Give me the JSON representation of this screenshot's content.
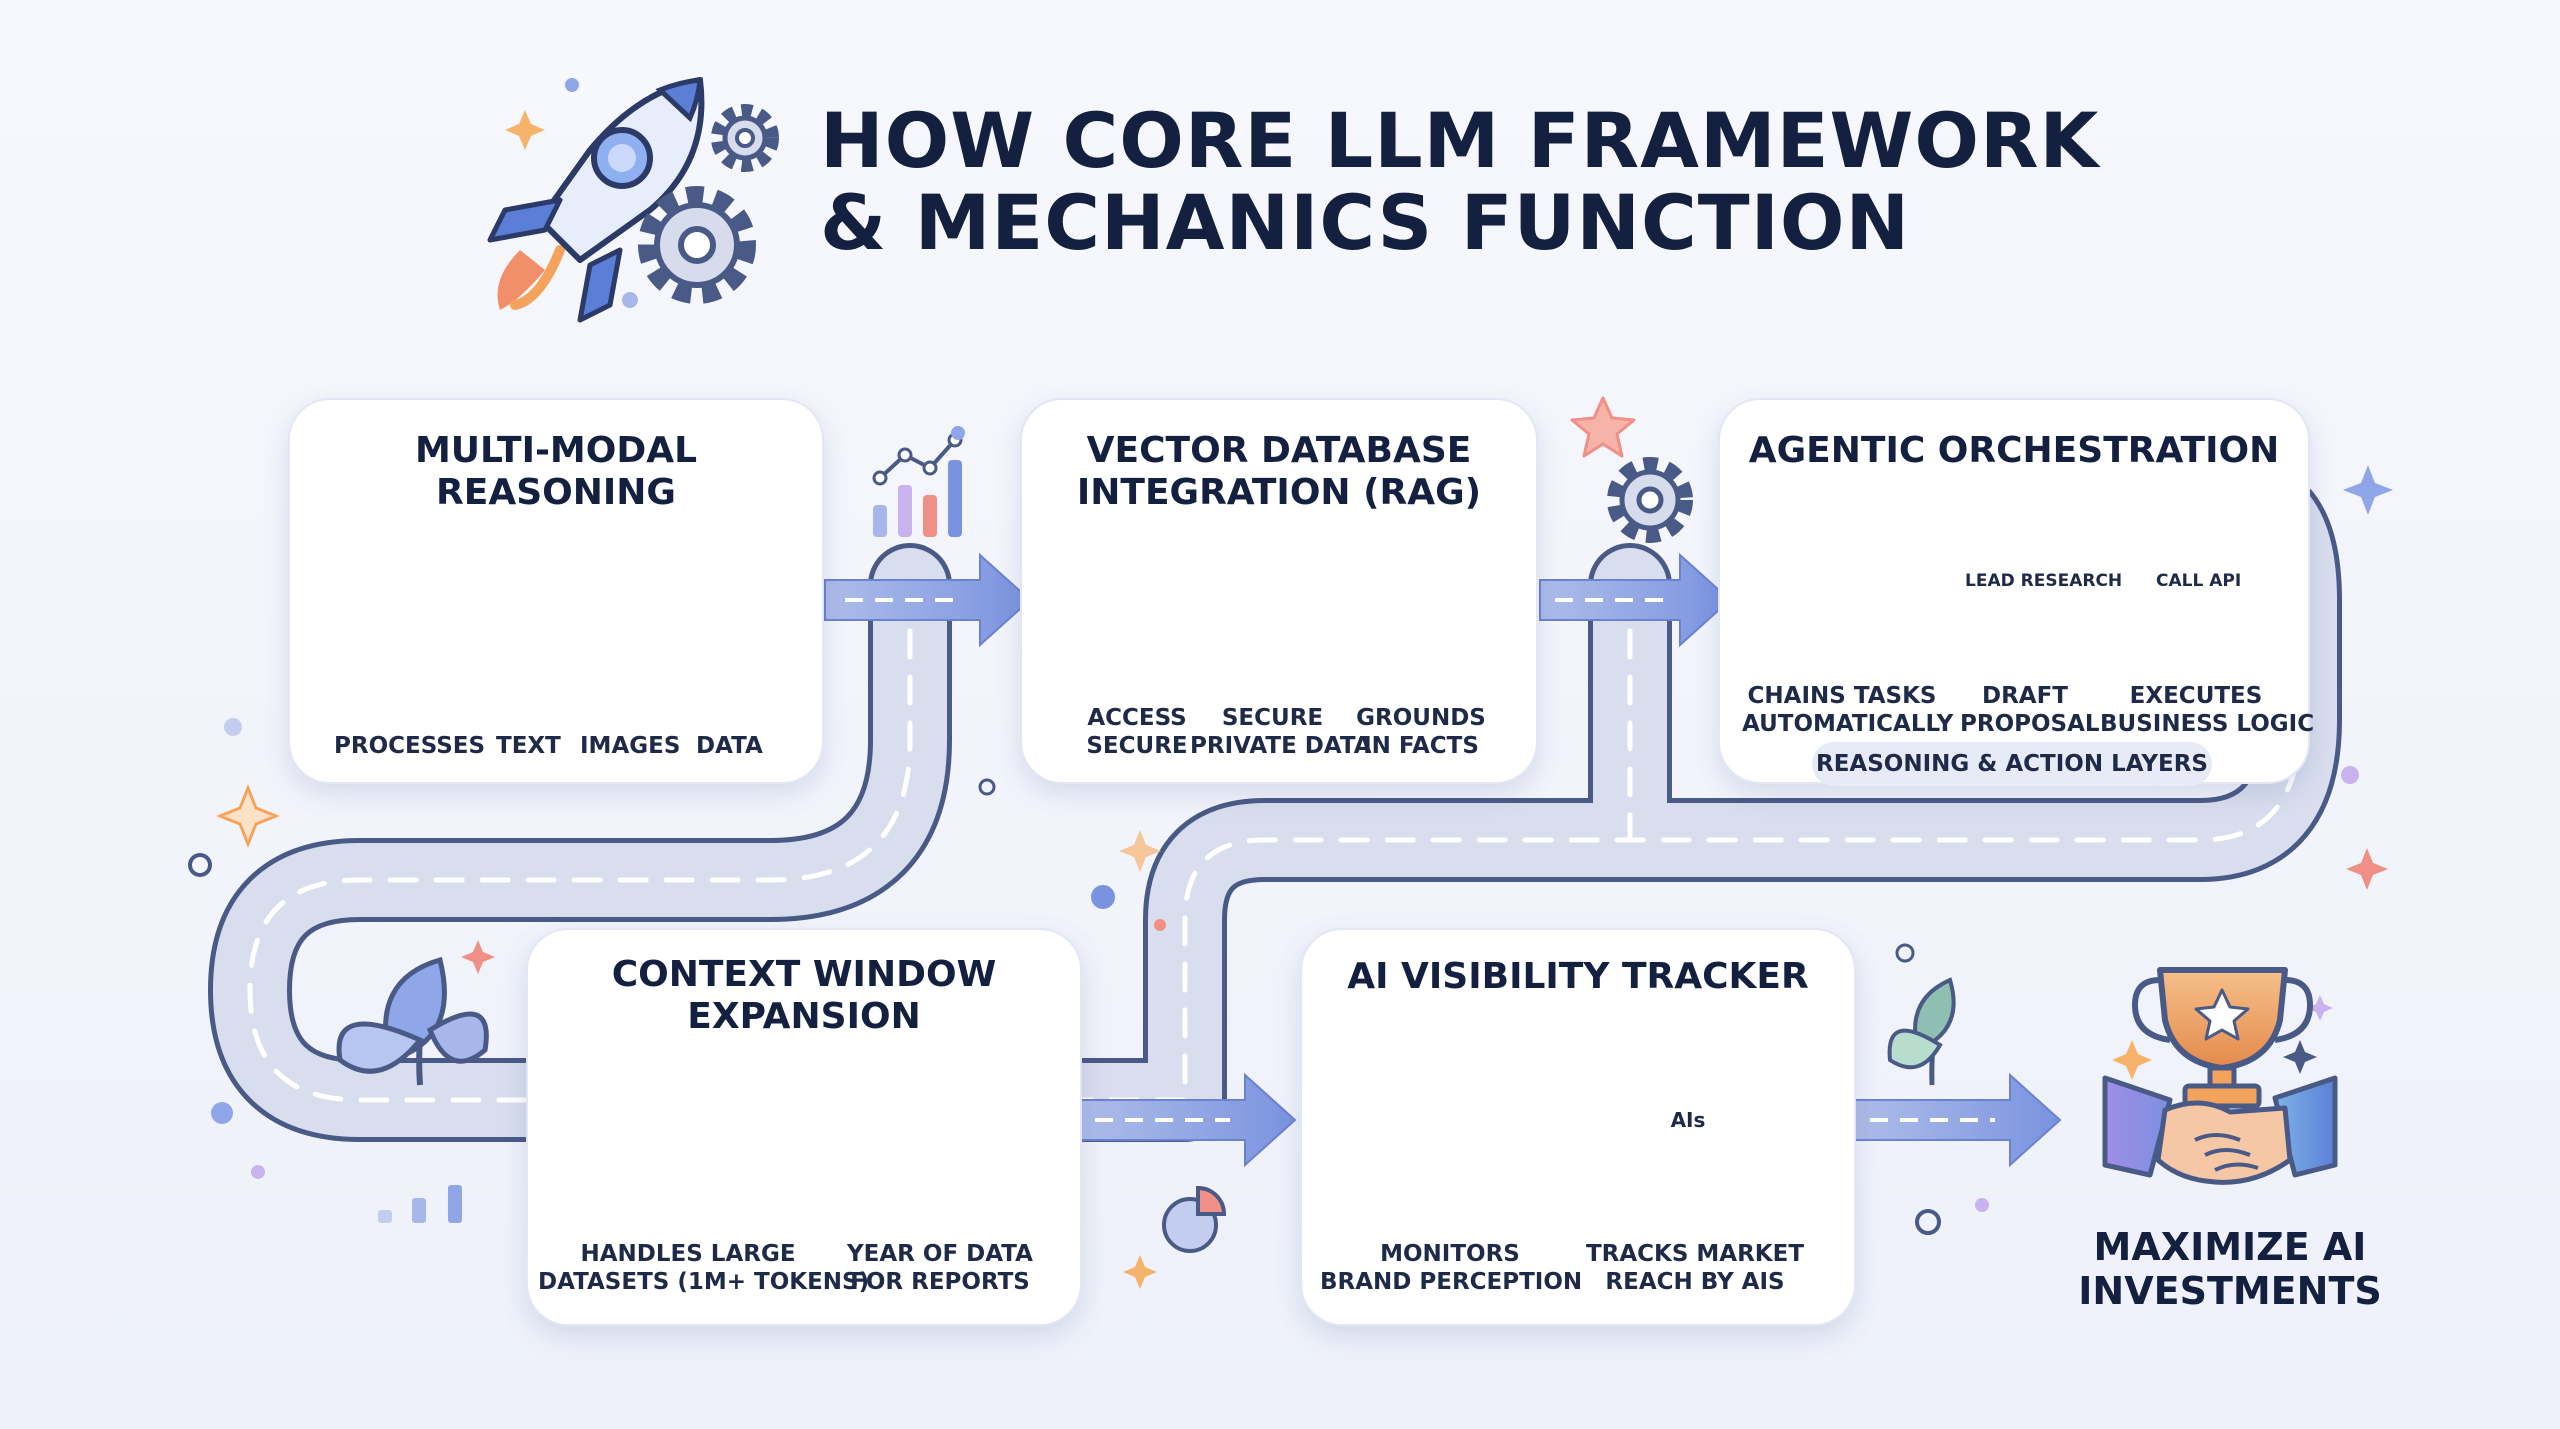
{
  "title": {
    "line1": "HOW CORE LLM FRAMEWORK",
    "line2": "& MECHANICS FUNCTION"
  },
  "stages": [
    {
      "title": [
        "MULTI-MODAL",
        "REASONING"
      ],
      "labels": [
        "PROCESSES",
        "TEXT",
        "IMAGES",
        "DATA"
      ],
      "icons": [
        "document-icon",
        "font-a-icon",
        "ai-file-icon",
        "brain-icon",
        "image-icon",
        "play-video-icon"
      ]
    },
    {
      "title": [
        "VECTOR DATABASE",
        "INTEGRATION (RAG)"
      ],
      "labels": [
        [
          "ACCESS",
          "SECURE"
        ],
        [
          "SECURE",
          "PRIVATE DATA"
        ],
        [
          "GROUNDS",
          "IN FACTS"
        ]
      ],
      "icons": [
        "database-icon",
        "server-icon",
        "lock-icon"
      ]
    },
    {
      "title": [
        "AGENTIC ORCHESTRATION"
      ],
      "small_labels": [
        "LEAD RESEARCH",
        "CALL API"
      ],
      "labels": [
        [
          "CHAINS TASKS",
          "AUTOMATICALLY"
        ],
        [
          "DRAFT",
          "PROPOSAL"
        ],
        [
          "EXECUTES",
          "BUSINESS LOGIC"
        ]
      ],
      "footer": "REASONING & ACTION LAYERS",
      "icons": [
        "robot-arm-icon",
        "gear-icon",
        "clipboard-icon",
        "code-icon",
        "edit-document-icon",
        "gears-icon"
      ]
    },
    {
      "title": [
        "CONTEXT WINDOW",
        "EXPANSION"
      ],
      "labels": [
        [
          "HANDLES LARGE",
          "DATASETS (1M+ TOKENS)"
        ],
        [
          "YEAR OF DATA",
          "FOR REPORTS"
        ]
      ],
      "icons": [
        "scroll-document-icon",
        "timeline-path-icon"
      ]
    },
    {
      "title": [
        "AI VISIBILITY TRACKER"
      ],
      "center_badge": "AIs",
      "labels": [
        [
          "MONITORS",
          "BRAND PERCEPTION"
        ],
        [
          "TRACKS MARKET",
          "REACH BY AIS"
        ]
      ],
      "icons": [
        "dashboard-icon",
        "eye-icon",
        "network-hub-icon"
      ]
    }
  ],
  "outcome": {
    "lines": [
      "MAXIMIZE AI",
      "INVESTMENTS"
    ],
    "icons": [
      "trophy-icon",
      "handshake-icon"
    ]
  },
  "colors": {
    "accent": "#7a93df",
    "road": "#d7dcec",
    "road_edge": "#4a5a86",
    "orange": "#f4a35d",
    "coral": "#f08f85",
    "purple": "#b39be6",
    "text": "#13203f"
  }
}
